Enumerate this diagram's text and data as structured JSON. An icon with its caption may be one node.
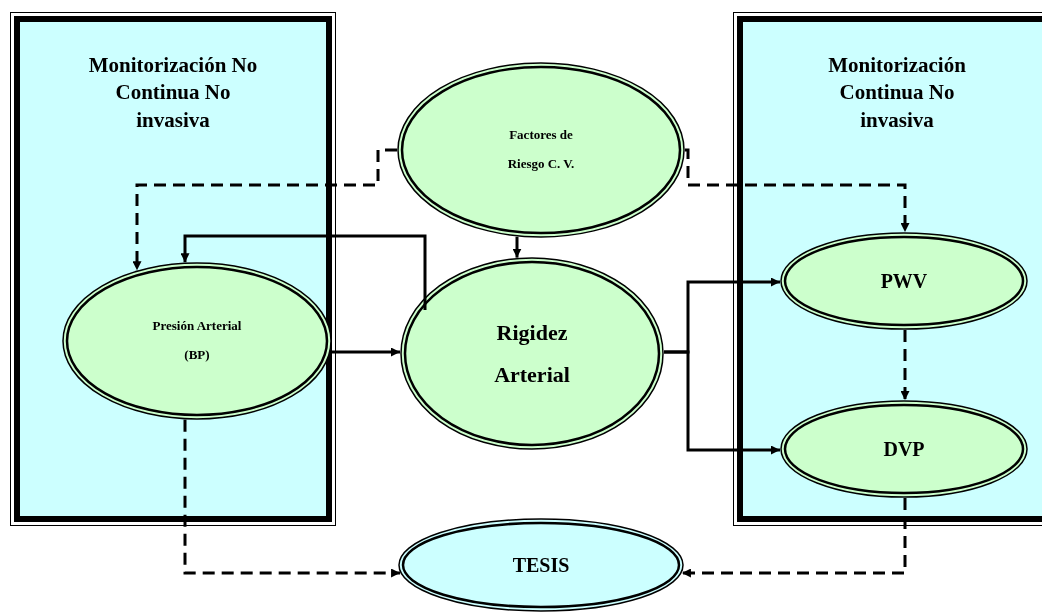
{
  "diagram": {
    "nodes": [
      {
        "text": [
          "Monitorización No Continua No invasiva"
        ]
      },
      {
        "text": [
          "Monitorización Continua No invasiva"
        ]
      },
      {
        "text": [
          "Factores de Riesgo C. V."
        ]
      },
      {
        "text": [
          "Presión Arterial (BP)"
        ],
        "in": 0
      },
      {
        "text": [
          "Rigidez Arterial"
        ]
      },
      {
        "text": [
          "PWV"
        ],
        "in": 1
      },
      {
        "text": [
          "DVP"
        ],
        "in": 1
      },
      {
        "text": [
          "TESIS"
        ]
      }
    ],
    "edges": [
      {
        "from": 2,
        "to": 3,
        "arrow": "to",
        "style": "dashed"
      },
      {
        "from": 2,
        "to": 5,
        "arrow": "to",
        "style": "dashed"
      },
      {
        "from": 2,
        "to": 4,
        "arrow": "to"
      },
      {
        "from": 4,
        "to": 3,
        "arrow": "to"
      },
      {
        "from": 3,
        "to": 4,
        "arrow": "to"
      },
      {
        "from": 4,
        "to": 5,
        "arrow": "to"
      },
      {
        "from": 4,
        "to": 6,
        "arrow": "to"
      },
      {
        "from": 5,
        "to": 6,
        "arrow": "to",
        "style": "dashed"
      },
      {
        "from": 3,
        "to": 7,
        "arrow": "to",
        "style": "dashed"
      },
      {
        "from": 6,
        "to": 7,
        "arrow": "to",
        "style": "dashed"
      }
    ]
  }
}
